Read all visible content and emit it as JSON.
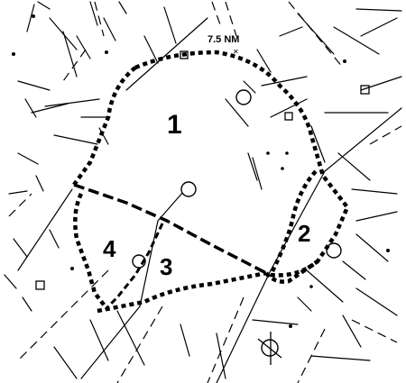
{
  "map": {
    "scale_label": "7.5 NM",
    "zones": [
      {
        "id": "1",
        "label": "1"
      },
      {
        "id": "2",
        "label": "2"
      },
      {
        "id": "3",
        "label": "3"
      },
      {
        "id": "4",
        "label": "4"
      }
    ],
    "colors": {
      "ink": "#000000",
      "background": "#ffffff"
    }
  }
}
